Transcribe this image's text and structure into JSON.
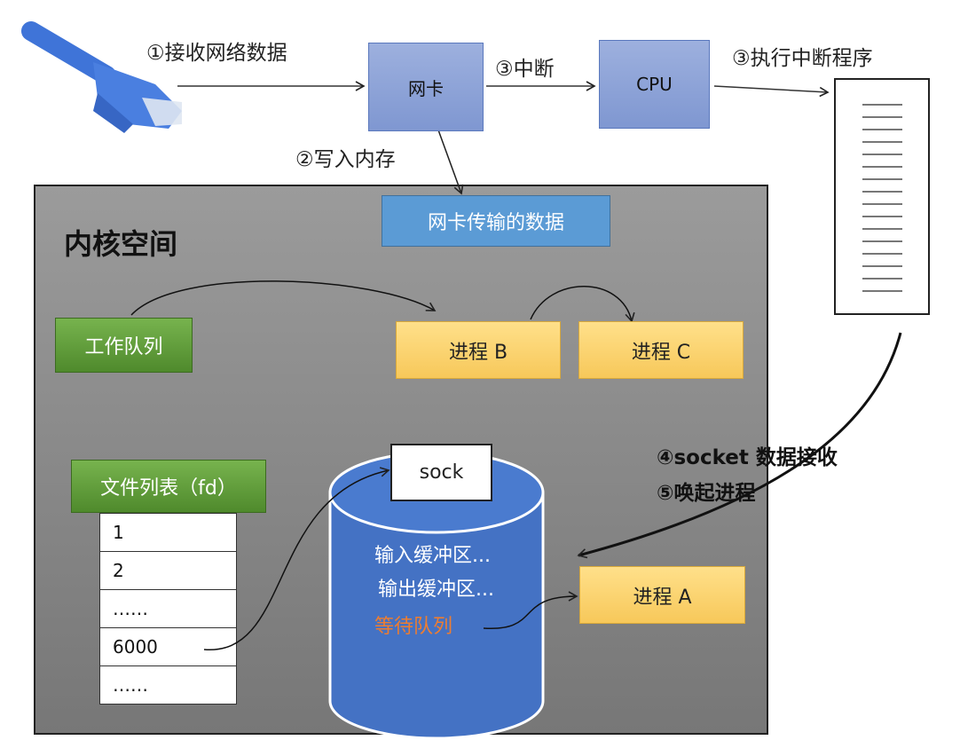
{
  "labels": {
    "step1": "①接收网络数据",
    "step2": "②写入内存",
    "step3a": "③中断",
    "step3b": "③执行中断程序",
    "step4": "④socket 数据接收",
    "step5": "⑤唤起进程"
  },
  "nic": "网卡",
  "cpu": "CPU",
  "nic_data": "网卡传输的数据",
  "kernel_title": "内核空间",
  "work_queue": "工作队列",
  "processes": {
    "a": "进程 A",
    "b": "进程 B",
    "c": "进程 C"
  },
  "fd_list": {
    "title": "文件列表（fd）",
    "rows": [
      "1",
      "2",
      "……",
      "6000",
      "……"
    ]
  },
  "socket": {
    "sock": "sock",
    "input_buffer": "输入缓冲区...",
    "output_buffer": "输出缓冲区...",
    "wait_queue": "等待队列"
  },
  "colors": {
    "nic_box": "#8fa3d6",
    "data_box": "#5b9bd5",
    "green": "#5e9a38",
    "process": "#ffd966",
    "socket_cylinder": "#4472c4",
    "wait_queue_text": "#ed7d31",
    "kernel_bg": "#8a8a8a"
  }
}
